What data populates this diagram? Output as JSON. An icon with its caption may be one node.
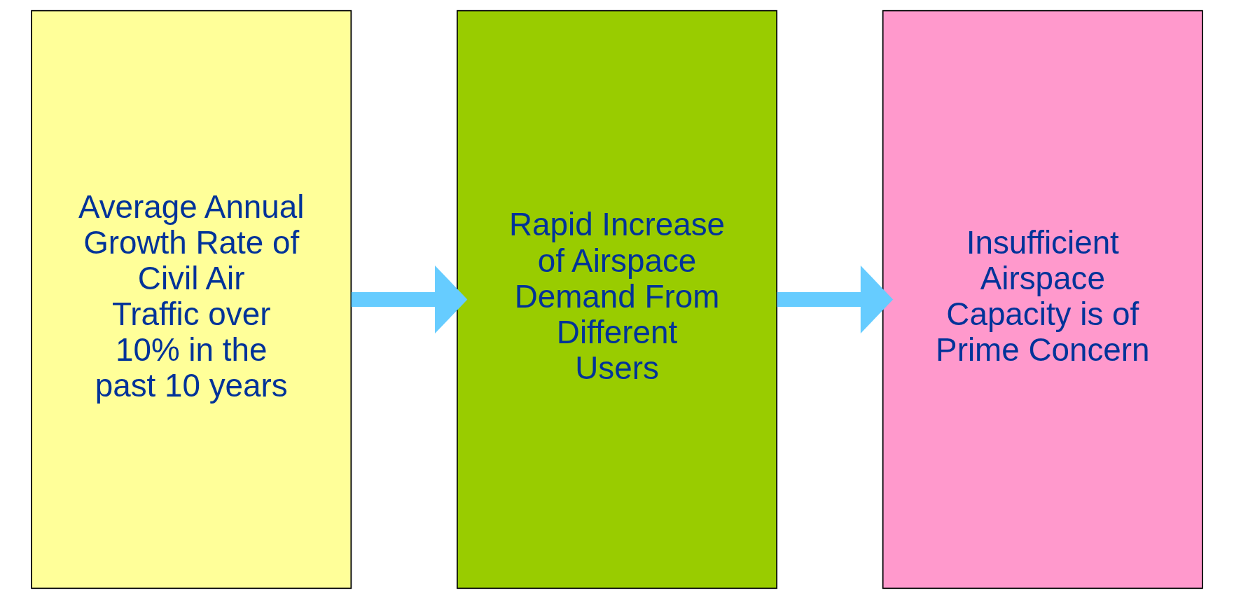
{
  "diagram": {
    "nodes": [
      {
        "text": [
          "Average Annual Growth Rate of Civil Air Traffic over 10% in the past 10 years"
        ]
      },
      {
        "text": [
          "Rapid Increase of Airspace Demand From Different Users"
        ]
      },
      {
        "text": [
          "Insufficient Airspace Capacity is of Prime Concern"
        ]
      }
    ],
    "edges": [
      {
        "from": 0,
        "to": 1,
        "arrow": "to"
      },
      {
        "from": 1,
        "to": 2,
        "arrow": "to"
      }
    ]
  }
}
